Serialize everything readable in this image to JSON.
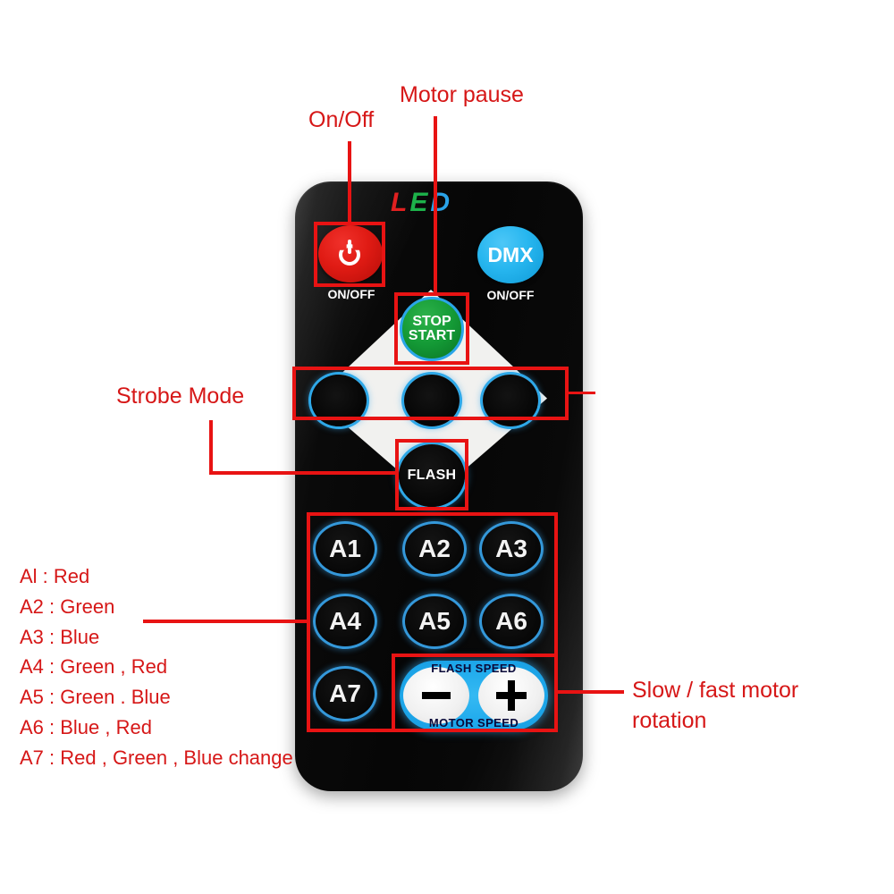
{
  "document": {
    "type": "annotated-product-diagram",
    "subject": "LED DMX infrared remote control"
  },
  "remote": {
    "logo": {
      "letters": [
        {
          "char": "L",
          "color": "#e02020"
        },
        {
          "char": "E",
          "color": "#1db24a"
        },
        {
          "char": "D",
          "color": "#2aa3e8"
        }
      ]
    },
    "power_button": {
      "label": "ON/OFF",
      "icon": "power-icon",
      "color": "#e01b14"
    },
    "dmx_button": {
      "text": "DMX",
      "label": "ON/OFF",
      "color": "#27b6ef"
    },
    "stop_start_button": {
      "line1": "STOP",
      "line2": "START",
      "color": "#149a36"
    },
    "strobe_buttons": [
      {
        "name": "strobe-left"
      },
      {
        "name": "strobe-center"
      },
      {
        "name": "strobe-right"
      }
    ],
    "flash_button": {
      "text": "FLASH"
    },
    "a_buttons": [
      {
        "label": "A1"
      },
      {
        "label": "A2"
      },
      {
        "label": "A3"
      },
      {
        "label": "A4"
      },
      {
        "label": "A5"
      },
      {
        "label": "A6"
      },
      {
        "label": "A7"
      }
    ],
    "speed_pad": {
      "top_label": "FLASH SPEED",
      "bottom_label": "MOTOR SPEED",
      "minus": "−",
      "plus": "+"
    }
  },
  "annotations": {
    "accent_color": "#e81313",
    "text_color": "#d61717",
    "callouts": [
      {
        "name": "on-off",
        "text": "On/Off"
      },
      {
        "name": "motor-pause",
        "text": "Motor pause"
      },
      {
        "name": "strobe-mode",
        "text": "Strobe Mode"
      },
      {
        "name": "motor-rotation-line1",
        "text": "Slow / fast motor"
      },
      {
        "name": "motor-rotation-line2",
        "text": "rotation"
      }
    ]
  },
  "legend": {
    "items": [
      "Al : Red",
      "A2 : Green",
      "A3 : Blue",
      "A4 : Green , Red",
      "A5 : Green . Blue",
      "A6 : Blue , Red",
      "A7 : Red , Green , Blue change"
    ]
  }
}
